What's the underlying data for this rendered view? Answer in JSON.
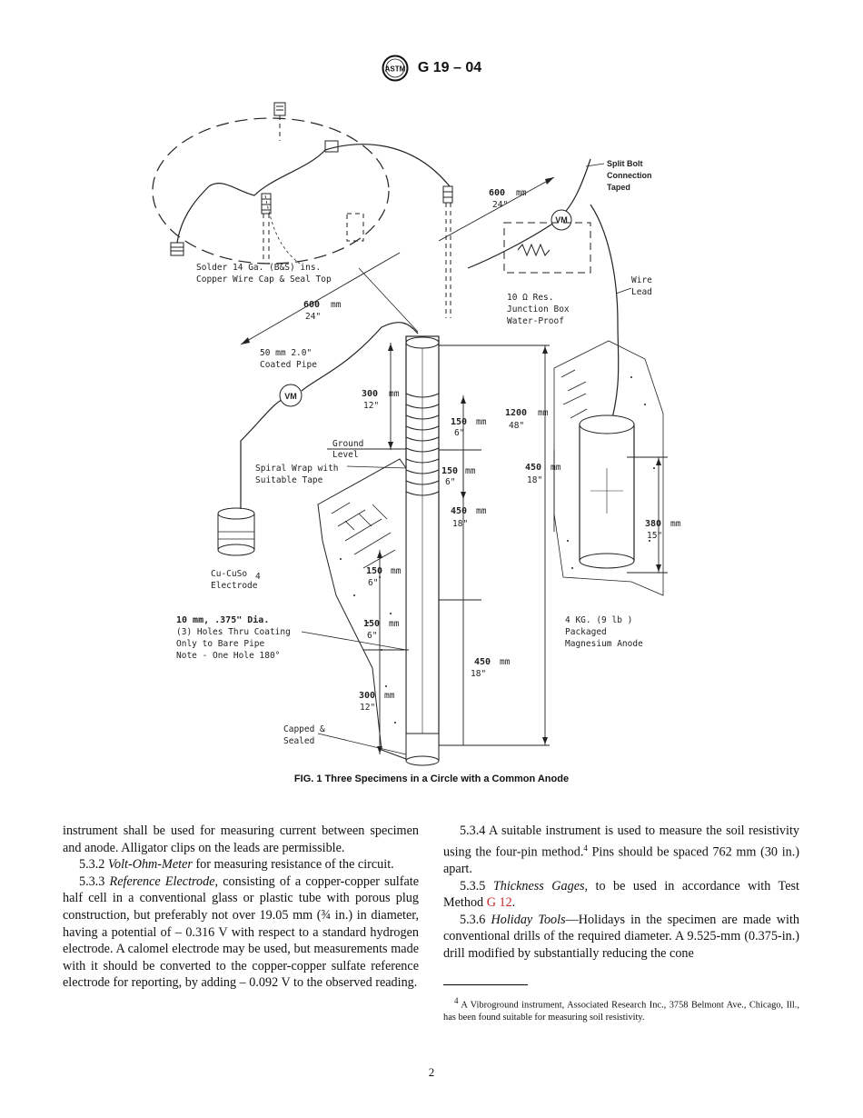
{
  "header": {
    "standard_code": "G 19 – 04",
    "logo_icon": "astm-logo-icon",
    "logo_text": "ASTM"
  },
  "figure": {
    "caption": "FIG. 1 Three Specimens in a Circle with a Common Anode",
    "labels": {
      "split_bolt_1": "Split Bolt",
      "split_bolt_2": "Connection",
      "split_bolt_3": "Taped",
      "dim_600_top_mm": "600",
      "dim_600_top_mm_unit": "mm",
      "dim_600_top_in": "24\"",
      "solder_1": "Solder 14 Ga. (B&S) ins.",
      "solder_2": "Copper Wire Cap & Seal Top",
      "wire_lead_1": "Wire",
      "wire_lead_2": "Lead",
      "res_1": "10 Ω Res.",
      "res_2": "Junction Box",
      "res_3": "Water-Proof",
      "dim_600_left_mm": "600",
      "dim_600_left_mm_unit": "mm",
      "dim_600_left_in": "24\"",
      "pipe_1": "50   mm 2.0\"",
      "pipe_2": "Coated Pipe",
      "dim_300a_mm": "300",
      "dim_300a_unit": "mm",
      "dim_300a_in": "12\"",
      "dim_150a_mm": "150",
      "dim_150a_unit": "mm",
      "dim_150a_in": "6\"",
      "dim_1200_mm": "1200",
      "dim_1200_unit": "mm",
      "dim_1200_in": "48\"",
      "ground_1": "Ground",
      "ground_2": "Level",
      "spiral_1": "Spiral Wrap with",
      "spiral_2": "Suitable Tape",
      "dim_150b_mm": "150",
      "dim_150b_unit": "mm",
      "dim_150b_in": "6\"",
      "dim_450a_mm": "450",
      "dim_450a_unit": "mm",
      "dim_450a_in": "18\"",
      "dim_450b_mm": "450",
      "dim_450b_unit": "mm",
      "dim_450b_in": "18\"",
      "dim_380_mm": "380",
      "dim_380_unit": "mm",
      "dim_380_in": "15\"",
      "electrode_1": "Cu-CuSo",
      "electrode_sub": "4",
      "electrode_2": "Electrode",
      "dim_150c_mm": "150",
      "dim_150c_unit": "mm",
      "dim_150c_in": "6\"",
      "dim_150d_mm": "150",
      "dim_150d_unit": "mm",
      "dim_150d_in": "6\"",
      "holes_1": "10  mm, .375\" Dia.",
      "holes_2": "(3) Holes Thru Coating",
      "holes_3": "Only to Bare Pipe",
      "holes_4": "Note - One Hole 180°",
      "anode_1": "4    KG. (9 lb )",
      "anode_2": "Packaged",
      "anode_3": "Magnesium Anode",
      "dim_450c_mm": "450",
      "dim_450c_unit": "mm",
      "dim_450c_in": "18\"",
      "dim_300b_mm": "300",
      "dim_300b_unit": "mm",
      "dim_300b_in": "12\"",
      "capped_1": "Capped &",
      "capped_2": "Sealed",
      "vm": "VM"
    }
  },
  "left_column": {
    "p1": "instrument shall be used for measuring current between specimen and anode. Alligator clips on the leads are permissible.",
    "p2_num": "5.3.2 ",
    "p2_term": "Volt-Ohm-Meter",
    "p2_rest": "  for measuring resistance of the circuit.",
    "p3_num": "5.3.3 ",
    "p3_term": "Reference Electrode",
    "p3_rest": ", consisting of a copper-copper sulfate half cell in a conventional glass or plastic tube with porous plug construction, but preferably not over 19.05 mm (¾ in.) in diameter, having a potential of – 0.316 V with respect to a standard hydrogen electrode. A calomel electrode may be used, but measurements made with it should be converted to the copper-copper sulfate reference electrode for reporting, by adding – 0.092 V to the observed reading."
  },
  "right_column": {
    "p1_a": "5.3.4 A suitable instrument is used to measure the soil resistivity using the four-pin method.",
    "p1_sup": "4",
    "p1_b": " Pins should be spaced 762 mm (30 in.) apart.",
    "p2_num": "5.3.5 ",
    "p2_term": "Thickness Gages",
    "p2_rest": ", to be used in accordance with Test Method ",
    "p2_link": "G 12",
    "p2_end": ".",
    "p3_num": "5.3.6 ",
    "p3_term": "Holiday Tools",
    "p3_rest": "—Holidays in the specimen are made with conventional drills of the required diameter. A 9.525-mm (0.375-in.) drill modified by substantially reducing the cone"
  },
  "footnote": {
    "sup": "4",
    "text": " A Vibroground instrument, Associated Research Inc., 3758 Belmont Ave., Chicago, Ill., has been found suitable for measuring soil resistivity."
  },
  "page_number": "2"
}
